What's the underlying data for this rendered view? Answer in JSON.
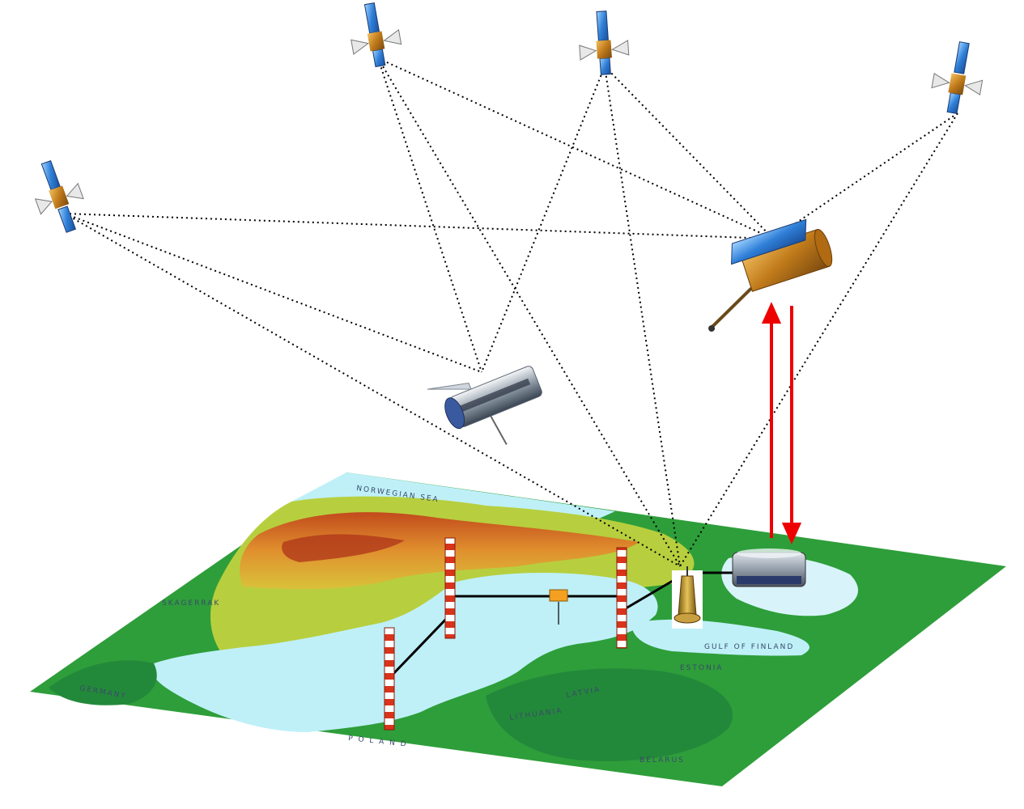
{
  "diagram": {
    "nodes": [
      {
        "id": "gnss-sat-1",
        "kind": "gnss-satellite"
      },
      {
        "id": "gnss-sat-2",
        "kind": "gnss-satellite"
      },
      {
        "id": "gnss-sat-3",
        "kind": "gnss-satellite"
      },
      {
        "id": "gnss-sat-4",
        "kind": "gnss-satellite"
      },
      {
        "id": "leo-sat-center",
        "kind": "low-orbit-satellite"
      },
      {
        "id": "leo-sat-right",
        "kind": "low-orbit-satellite"
      },
      {
        "id": "ground-receiver",
        "kind": "ground-station"
      },
      {
        "id": "tide-gauge-left",
        "kind": "tide-gauge"
      },
      {
        "id": "tide-gauge-mid",
        "kind": "tide-gauge"
      },
      {
        "id": "tide-gauge-right",
        "kind": "tide-gauge"
      },
      {
        "id": "buoy",
        "kind": "buoy"
      },
      {
        "id": "radar-unit",
        "kind": "radar"
      }
    ],
    "signal_color": "#000000",
    "uplink_color": "#ee0000"
  },
  "map": {
    "labels": {
      "norway_sea": "NORWEGIAN SEA",
      "skagerrak": "SKAGERRAK",
      "germany": "GERMANY",
      "latvia": "LATVIA",
      "lithuania": "LITHUANIA",
      "estonia": "ESTONIA",
      "belarus": "BELARUS",
      "gulf": "GULF OF FINLAND",
      "poland": "P O L A N D"
    },
    "colors": {
      "lowland": "#2e9e3a",
      "midland": "#a8c83a",
      "highland": "#d87a2a",
      "water": "#bff0f8",
      "deep_water": "#7fd8ee"
    }
  }
}
